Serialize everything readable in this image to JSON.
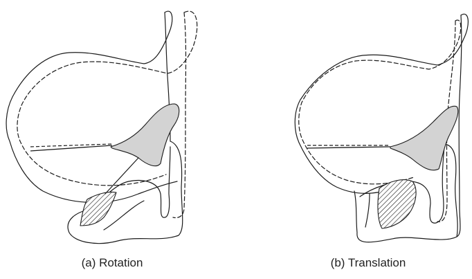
{
  "panels": [
    {
      "id": "a",
      "caption": "(a) Rotation"
    },
    {
      "id": "b",
      "caption": "(b) Translation"
    }
  ]
}
